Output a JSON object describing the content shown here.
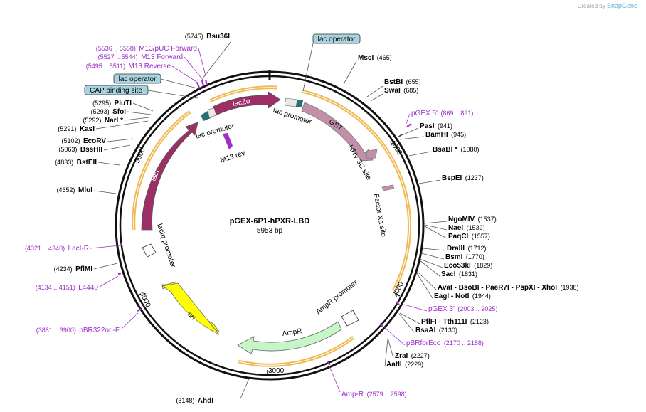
{
  "credit": {
    "prefix": "Created by",
    "brand": "SnapGene"
  },
  "plasmid": {
    "name": "pGEX-6P1-hPXR-LBD",
    "size": "5953 bp",
    "length": 5953
  },
  "ticks": [
    "1000",
    "2000",
    "3000",
    "4000",
    "5000"
  ],
  "sites": [
    {
      "name": "Bsu36I",
      "pos": "(5745)",
      "primer": false
    },
    {
      "name": "MscI",
      "pos": "(465)",
      "primer": false
    },
    {
      "name": "BstBI",
      "pos": "(655)",
      "primer": false
    },
    {
      "name": "SwaI",
      "pos": "(685)",
      "primer": false
    },
    {
      "name": "pGEX 5'",
      "pos": "(869 .. 891)",
      "primer": true
    },
    {
      "name": "PasI",
      "pos": "(941)",
      "primer": false
    },
    {
      "name": "BamHI",
      "pos": "(945)",
      "primer": false
    },
    {
      "name": "BsaBI *",
      "pos": "(1080)",
      "primer": false
    },
    {
      "name": "BspEI",
      "pos": "(1237)",
      "primer": false
    },
    {
      "name": "NgoMIV",
      "pos": "(1537)",
      "primer": false
    },
    {
      "name": "NaeI",
      "pos": "(1539)",
      "primer": false
    },
    {
      "name": "PaqCI",
      "pos": "(1557)",
      "primer": false
    },
    {
      "name": "DraIII",
      "pos": "(1712)",
      "primer": false
    },
    {
      "name": "BsmI",
      "pos": "(1770)",
      "primer": false
    },
    {
      "name": "Eco53kI",
      "pos": "(1829)",
      "primer": false
    },
    {
      "name": "SacI",
      "pos": "(1831)",
      "primer": false
    },
    {
      "name": "AvaI - BsoBI - PaeR7I - PspXI - XhoI",
      "pos": "(1938)",
      "primer": false
    },
    {
      "name": "EagI - NotI",
      "pos": "(1944)",
      "primer": false
    },
    {
      "name": "pGEX 3'",
      "pos": "(2003 .. 2025)",
      "primer": true
    },
    {
      "name": "PflFI - Tth111I",
      "pos": "(2123)",
      "primer": false
    },
    {
      "name": "BsaAI",
      "pos": "(2130)",
      "primer": false
    },
    {
      "name": "pBRforEco",
      "pos": "(2170 .. 2188)",
      "primer": true
    },
    {
      "name": "ZraI",
      "pos": "(2227)",
      "primer": false
    },
    {
      "name": "AatII",
      "pos": "(2229)",
      "primer": false
    },
    {
      "name": "Amp-R",
      "pos": "(2579 .. 2598)",
      "primer": true
    },
    {
      "name": "AhdI",
      "pos": "(3148)",
      "primer": false
    },
    {
      "name": "pBR322ori-F",
      "pos": "(3881 .. 3900)",
      "primer": true
    },
    {
      "name": "L4440",
      "pos": "(4134 .. 4151)",
      "primer": true
    },
    {
      "name": "PflMI",
      "pos": "(4234)",
      "primer": false
    },
    {
      "name": "LacI-R",
      "pos": "(4321 .. 4340)",
      "primer": true
    },
    {
      "name": "MluI",
      "pos": "(4652)",
      "primer": false
    },
    {
      "name": "BstEII",
      "pos": "(4833)",
      "primer": false
    },
    {
      "name": "BssHII",
      "pos": "(5063)",
      "primer": false
    },
    {
      "name": "EcoRV",
      "pos": "(5102)",
      "primer": false
    },
    {
      "name": "KasI",
      "pos": "(5291)",
      "primer": false
    },
    {
      "name": "NarI *",
      "pos": "(5292)",
      "primer": false
    },
    {
      "name": "SfoI",
      "pos": "(5293)",
      "primer": false
    },
    {
      "name": "PluTI",
      "pos": "(5295)",
      "primer": false
    },
    {
      "name": "M13 Reverse",
      "pos": "(5495 .. 5511)",
      "primer": true
    },
    {
      "name": "M13 Forward",
      "pos": "(5527 .. 5544)",
      "primer": true
    },
    {
      "name": "M13/pUC Forward",
      "pos": "(5536 .. 5558)",
      "primer": true
    }
  ],
  "boxes": [
    {
      "label": "lac operator"
    },
    {
      "label": "lac operator"
    },
    {
      "label": "CAP binding site"
    }
  ],
  "features": [
    {
      "label": "GST",
      "color": "#c38fa9"
    },
    {
      "label": "lacI",
      "color": "#9b2f66"
    },
    {
      "label": "lacZα",
      "color": "#9b2f66"
    },
    {
      "label": "AmpR",
      "color": "#c6f5c8"
    },
    {
      "label": "ori",
      "color": "#ffff00"
    }
  ],
  "inner_labels": [
    "tac promoter",
    "lac promoter",
    "M13 rev",
    "HRV 3C site",
    "Factor Xa site",
    "lacIq promoter",
    "AmpR promoter",
    "AmpR",
    "ori"
  ],
  "colors": {
    "primer": "#9b2ec9",
    "enzyme": "#000000",
    "box_fill": "#a8d3df",
    "orf_outline": "#f0ba55"
  }
}
